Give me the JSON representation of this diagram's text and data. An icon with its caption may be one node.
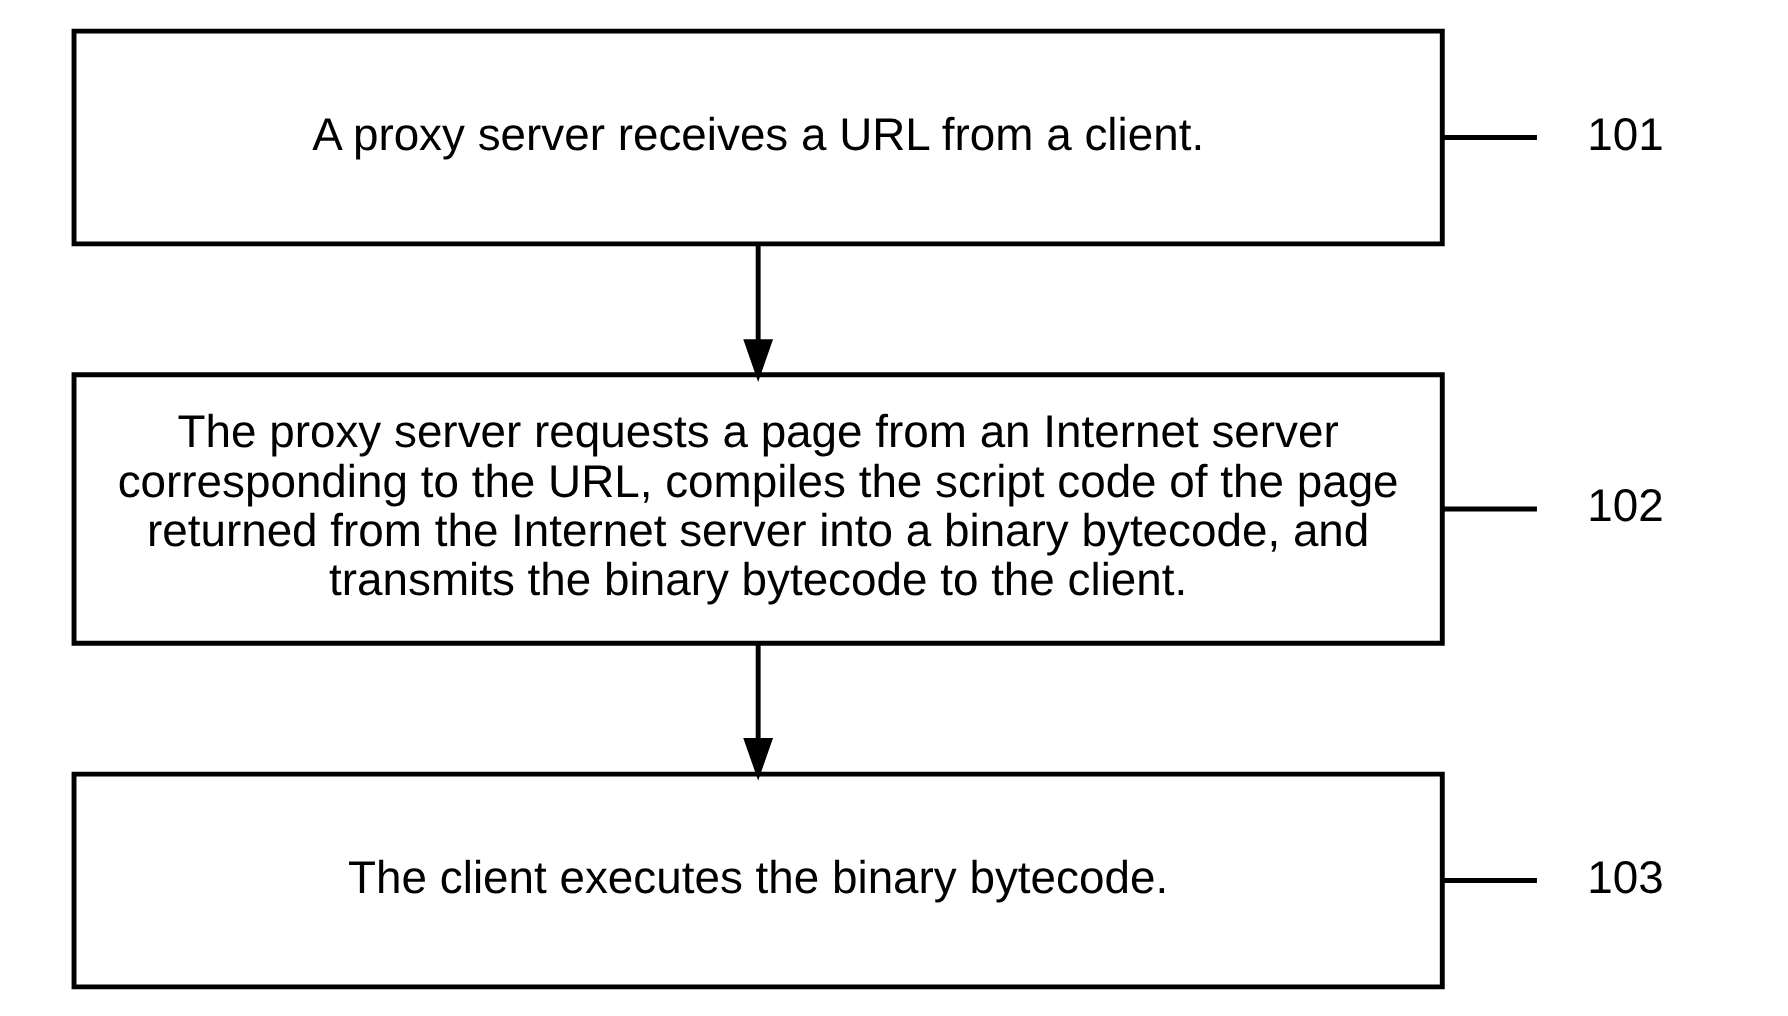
{
  "diagram": {
    "nodes": [
      {
        "text": [
          "A proxy server receives a URL from a client."
        ]
      },
      {
        "text": [
          "The proxy server requests a page from an Internet server corresponding to the URL, compiles the script code of the page returned from the Internet server into a binary bytecode, and transmits the binary bytecode to the client."
        ]
      },
      {
        "text": [
          "The client executes the binary bytecode."
        ]
      },
      {
        "text": [
          "101"
        ]
      },
      {
        "text": [
          "102"
        ]
      },
      {
        "text": [
          "103"
        ]
      }
    ],
    "edges": [
      {
        "from": 0,
        "to": 1,
        "arrow": "to"
      },
      {
        "from": 1,
        "to": 2,
        "arrow": "to"
      },
      {
        "from": 3,
        "to": 0,
        "arrow": "none"
      },
      {
        "from": 4,
        "to": 1,
        "arrow": "none"
      },
      {
        "from": 5,
        "to": 2,
        "arrow": "none"
      }
    ]
  }
}
